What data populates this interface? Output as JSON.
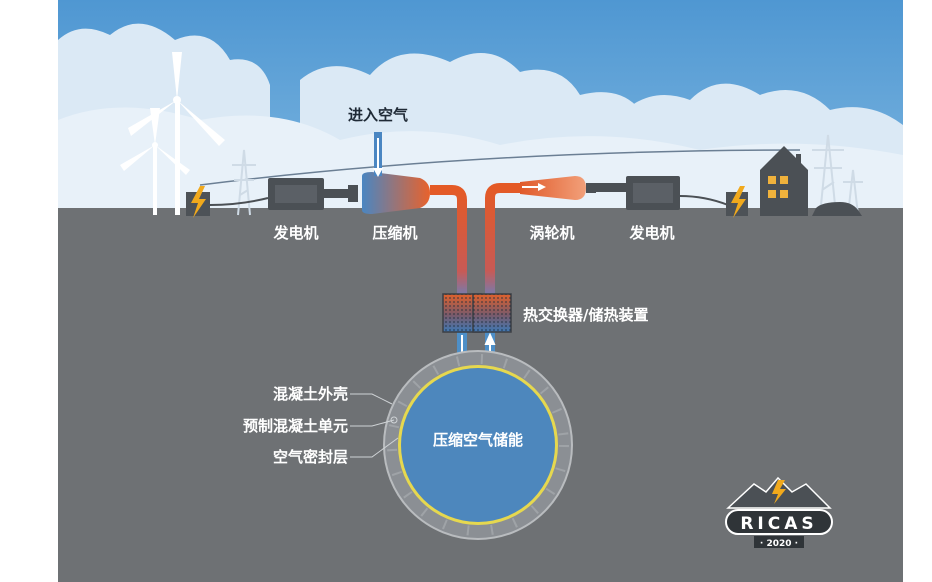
{
  "labels": {
    "air_in": "进入空气",
    "generator_left": "发电机",
    "compressor": "压缩机",
    "turbine": "涡轮机",
    "generator_right": "发电机",
    "heat_exchanger": "热交换器/储热装置",
    "concrete_shell": "混凝土外壳",
    "precast_units": "预制混凝土单元",
    "air_seal": "空气密封层",
    "storage": "压缩空气储能"
  },
  "logo": {
    "text": "RICAS",
    "year": "· 2020 ·"
  },
  "colors": {
    "sky": "#5aa0d6",
    "ground": "#6e7174",
    "hot_pipe": "#e0582a",
    "cold_pipe": "#4d8fc8",
    "tank": "#4d87bd",
    "seal": "#e6d84f",
    "logo_accent": "#f1a91c"
  }
}
